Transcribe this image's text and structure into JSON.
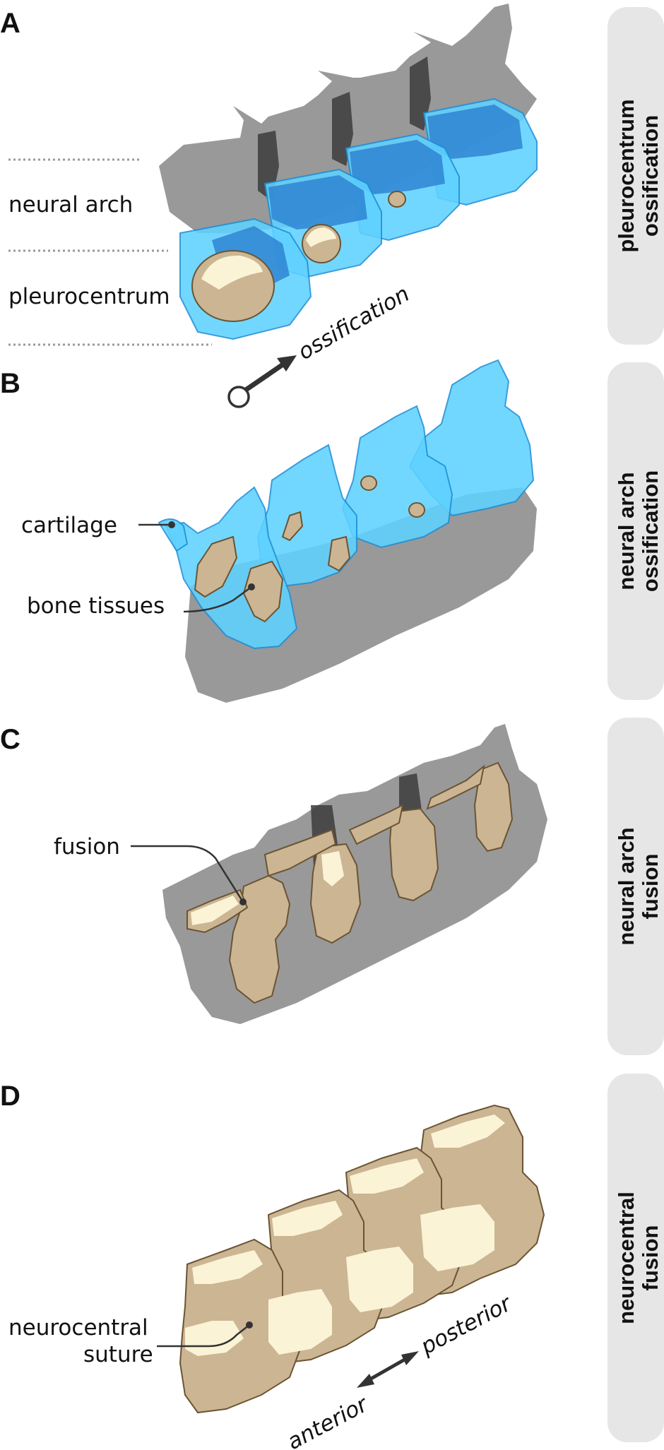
{
  "panels": [
    {
      "letter": "A",
      "side_label_line1": "pleurocentrum",
      "side_label_line2": "ossification"
    },
    {
      "letter": "B",
      "side_label_line1": "neural arch",
      "side_label_line2": "ossification"
    },
    {
      "letter": "C",
      "side_label_line1": "neural arch",
      "side_label_line2": "fusion"
    },
    {
      "letter": "D",
      "side_label_line1": "neurocentral",
      "side_label_line2": "fusion"
    }
  ],
  "labels": {
    "neural_arch": "neural arch",
    "pleurocentrum": "pleurocentrum",
    "ossification": "ossification",
    "cartilage": "cartilage",
    "bone_tissues": "bone tissues",
    "fusion": "fusion",
    "neurocentral_line1": "neurocentral",
    "neurocentral_line2": "suture",
    "anterior": "anterior",
    "posterior": "posterior"
  },
  "colors": {
    "cartilage": "#5fd2ff",
    "bone": "#cbb593",
    "bone_highlight": "#fbf3d6",
    "grey_vertebra": "#777777",
    "side_tab": "#e6e6e6"
  }
}
